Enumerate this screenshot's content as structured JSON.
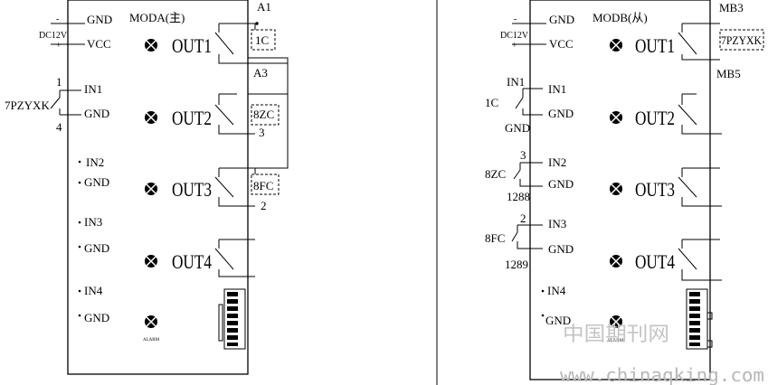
{
  "module_a": {
    "title": "MODA(主)",
    "power_label": "DC12V",
    "minus": "-",
    "plus": "+",
    "gnd": "GND",
    "vcc": "VCC",
    "in1": "IN1",
    "in2": "IN2",
    "in3": "IN3",
    "in4": "IN4",
    "out1": "OUT1",
    "out2": "OUT2",
    "out3": "OUT3",
    "out4": "OUT4",
    "alarm": "ALARM",
    "sensor_name": "7PZYXK",
    "sensor_pin_top": "1",
    "sensor_pin_bottom": "4",
    "out1_tag": "A1",
    "out1_box": "1C",
    "out2_tag": "A3",
    "out2_box": "8ZC",
    "out2_pin": "3",
    "out3_box": "8FC",
    "out3_pin": "2"
  },
  "module_b": {
    "title": "MODB(从)",
    "power_label": "DC12V",
    "minus": "-",
    "plus": "+",
    "gnd": "GND",
    "vcc": "VCC",
    "in1": "IN1",
    "in2": "IN2",
    "in3": "IN3",
    "in4": "IN4",
    "out1": "OUT1",
    "out2": "OUT2",
    "out3": "OUT3",
    "out4": "OUT4",
    "alarm": "ALARM",
    "out1_tag": "MB3",
    "out1_box": "7PZYXK",
    "out2_tag": "MB5",
    "in1_sensor": "1C",
    "in1_top": "IN1",
    "in1_bottom": "GND",
    "in2_sensor": "8ZC",
    "in2_top": "3",
    "in2_bottom": "1288",
    "in3_sensor": "8FC",
    "in3_top": "2",
    "in3_bottom": "1289"
  },
  "watermark": {
    "cn": "中国期刊网",
    "url": "www.chinaqking.com"
  }
}
